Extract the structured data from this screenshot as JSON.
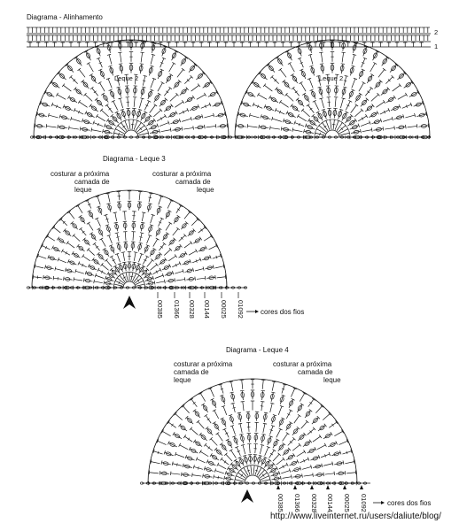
{
  "colors": {
    "ink": "#111111",
    "grid": "#333333",
    "paper": "#ffffff"
  },
  "diagram_alignment": {
    "title": "Diagrama - Alinhamento",
    "row_labels": [
      "2",
      "1"
    ],
    "fan_labels": [
      "Leque 2",
      "Leque 2"
    ]
  },
  "diagram_leque3": {
    "title": "Diagrama - Leque 3",
    "note_left": [
      "costurar a próxima",
      "camada de",
      "leque"
    ],
    "note_right": [
      "costurar a próxima",
      "camada de",
      "leque"
    ],
    "codes": [
      "00385",
      "01366",
      "00328",
      "00144",
      "00025",
      "01092"
    ],
    "codes_label": "cores dos fios",
    "arrow_icon": "start-arrow-icon"
  },
  "diagram_leque4": {
    "title": "Diagrama - Leque 4",
    "note_left": [
      "costurar a próxima",
      "camada de",
      "leque"
    ],
    "note_right": [
      "costurar a próxima",
      "camada de",
      "leque"
    ],
    "codes": [
      "00385",
      "01366",
      "00328",
      "00144",
      "00025",
      "01092"
    ],
    "codes_label": "cores dos fios",
    "arrow_icon": "start-arrow-icon"
  },
  "watermark": "http://www.liveinternet.ru/users/daliute/blog/"
}
